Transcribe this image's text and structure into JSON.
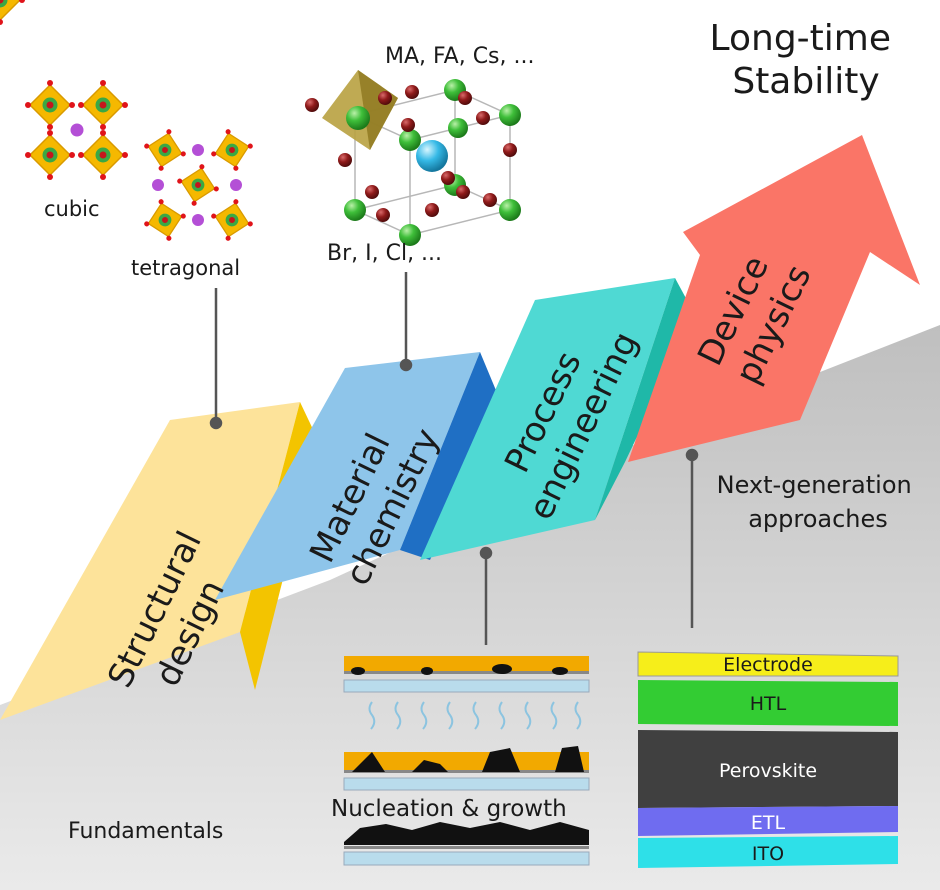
{
  "goal": {
    "line1": "Long-time",
    "line2": "Stability"
  },
  "crystal": {
    "cubic": "cubic",
    "tetragonal": "tetragonal",
    "a_site": "MA, FA, Cs, ...",
    "x_site": "Br, I, Cl, ..."
  },
  "steps": [
    {
      "line1": "Structural",
      "line2": "design",
      "color": "#fde39a"
    },
    {
      "line1": "Material",
      "line2": "chemistry",
      "color": "#8ec5ea"
    },
    {
      "line1": "Process",
      "line2": "engineering",
      "color": "#4fd9d3"
    },
    {
      "line1": "Device",
      "line2": "physics",
      "color": "#fa7567"
    }
  ],
  "labels": {
    "fundamentals": "Fundamentals",
    "next_gen_1": "Next-generation",
    "next_gen_2": "approaches",
    "nucleation": "Nucleation & growth"
  },
  "device_stack": [
    {
      "name": "Electrode",
      "color": "#f6ee1a"
    },
    {
      "name": "HTL",
      "color": "#33cc33"
    },
    {
      "name": "Perovskite",
      "color": "#404040"
    },
    {
      "name": "ETL",
      "color": "#6f6cf0"
    },
    {
      "name": "ITO",
      "color": "#2ee0e8"
    }
  ]
}
